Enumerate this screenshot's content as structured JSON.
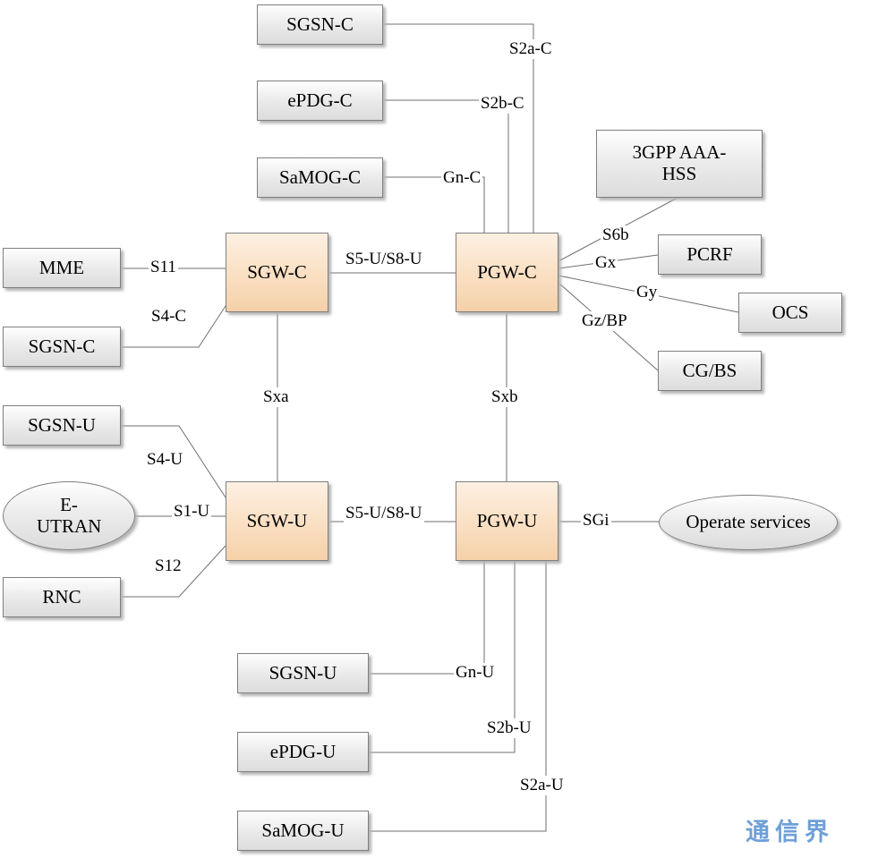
{
  "nodes": {
    "sgsn_c_top": {
      "label": "SGSN-C"
    },
    "epdg_c": {
      "label": "ePDG-C"
    },
    "samog_c": {
      "label": "SaMOG-C"
    },
    "aaa_hss": {
      "label": "3GPP AAA-HSS"
    },
    "mme": {
      "label": "MME"
    },
    "sgsn_c_left": {
      "label": "SGSN-C"
    },
    "sgw_c": {
      "label": "SGW-C"
    },
    "pgw_c": {
      "label": "PGW-C"
    },
    "pcrf": {
      "label": "PCRF"
    },
    "ocs": {
      "label": "OCS"
    },
    "cg_bs": {
      "label": "CG/BS"
    },
    "sgsn_u_left": {
      "label": "SGSN-U"
    },
    "e_utran": {
      "label": "E-UTRAN"
    },
    "sgw_u": {
      "label": "SGW-U"
    },
    "pgw_u": {
      "label": "PGW-U"
    },
    "rnc": {
      "label": "RNC"
    },
    "operate_services": {
      "label": "Operate services"
    },
    "sgsn_u_bottom": {
      "label": "SGSN-U"
    },
    "epdg_u": {
      "label": "ePDG-U"
    },
    "samog_u": {
      "label": "SaMOG-U"
    }
  },
  "links": {
    "s2a_c": "S2a-C",
    "s2b_c": "S2b-C",
    "gn_c": "Gn-C",
    "s11": "S11",
    "s4_c": "S4-C",
    "s5s8_c": "S5-U/S8-U",
    "s6b": "S6b",
    "gx": "Gx",
    "gy": "Gy",
    "gz_bp": "Gz/BP",
    "sxa": "Sxa",
    "sxb": "Sxb",
    "s4_u": "S4-U",
    "s1_u": "S1-U",
    "s12": "S12",
    "s5s8_u": "S5-U/S8-U",
    "sgi": "SGi",
    "gn_u": "Gn-U",
    "s2b_u": "S2b-U",
    "s2a_u": "S2a-U"
  },
  "edges": [
    {
      "from": "SGSN-C",
      "to": "PGW-C",
      "label": "S2a-C"
    },
    {
      "from": "ePDG-C",
      "to": "PGW-C",
      "label": "S2b-C"
    },
    {
      "from": "SaMOG-C",
      "to": "PGW-C",
      "label": "Gn-C"
    },
    {
      "from": "MME",
      "to": "SGW-C",
      "label": "S11"
    },
    {
      "from": "SGSN-C",
      "to": "SGW-C",
      "label": "S4-C"
    },
    {
      "from": "SGW-C",
      "to": "PGW-C",
      "label": "S5-U/S8-U"
    },
    {
      "from": "PGW-C",
      "to": "3GPP AAA-HSS",
      "label": "S6b"
    },
    {
      "from": "PGW-C",
      "to": "PCRF",
      "label": "Gx"
    },
    {
      "from": "PGW-C",
      "to": "OCS",
      "label": "Gy"
    },
    {
      "from": "PGW-C",
      "to": "CG/BS",
      "label": "Gz/BP"
    },
    {
      "from": "SGW-C",
      "to": "SGW-U",
      "label": "Sxa"
    },
    {
      "from": "PGW-C",
      "to": "PGW-U",
      "label": "Sxb"
    },
    {
      "from": "SGSN-U",
      "to": "SGW-U",
      "label": "S4-U"
    },
    {
      "from": "E-UTRAN",
      "to": "SGW-U",
      "label": "S1-U"
    },
    {
      "from": "RNC",
      "to": "SGW-U",
      "label": "S12"
    },
    {
      "from": "SGW-U",
      "to": "PGW-U",
      "label": "S5-U/S8-U"
    },
    {
      "from": "PGW-U",
      "to": "Operate services",
      "label": "SGi"
    },
    {
      "from": "SGSN-U",
      "to": "PGW-U",
      "label": "Gn-U"
    },
    {
      "from": "ePDG-U",
      "to": "PGW-U",
      "label": "S2b-U"
    },
    {
      "from": "SaMOG-U",
      "to": "PGW-U",
      "label": "S2a-U"
    }
  ],
  "watermark": {
    "text": "通信界"
  },
  "colors": {
    "plane_node_fill": "#f5d0a9",
    "gray_node_fill": "#e9e9e9",
    "node_border": "#7f7f7f",
    "line": "#6f6f6f",
    "watermark": "#6fa0d8"
  }
}
